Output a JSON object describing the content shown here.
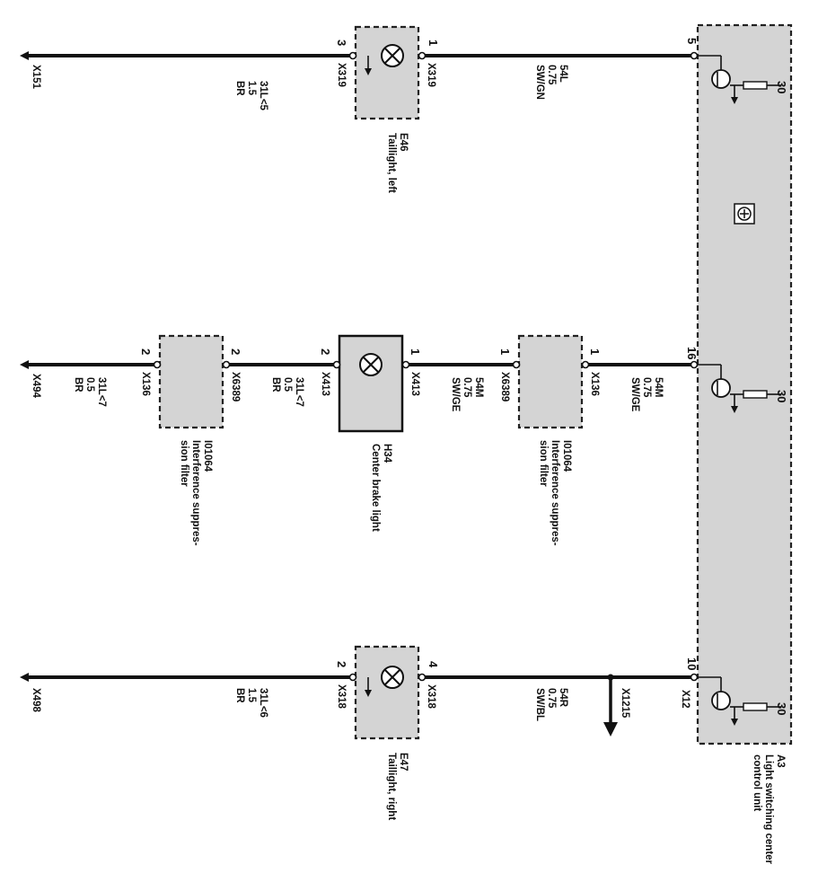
{
  "control_unit": {
    "ref": "A3",
    "name_line1": "Light switching center",
    "name_line2": "control unit",
    "pins": [
      "5",
      "16",
      "10"
    ],
    "terminal": "30",
    "connector": "X12",
    "icon": "light-switch-symbol-icon"
  },
  "tail_left": {
    "ref": "E46",
    "name": "Taillight, left",
    "pin_in": "1",
    "pin_out": "3",
    "connector": "X319",
    "wire_in": {
      "circuit": "54L",
      "size": "0.75",
      "color": "SW/GN"
    },
    "wire_out": {
      "circuit": "31L<5",
      "size": "1.5",
      "color": "BR"
    },
    "ground": "X151"
  },
  "center": {
    "filter1": {
      "ref": "I01064",
      "name_line1": "Interference suppres-",
      "name_line2": "sion filter",
      "pin_in": "1",
      "pin_out": "1",
      "conn_in": "X136",
      "conn_out": "X6389"
    },
    "wire1": {
      "circuit": "54M",
      "size": "0.75",
      "color": "SW/GE"
    },
    "wire2": {
      "circuit": "54M",
      "size": "0.75",
      "color": "SW/GE"
    },
    "light": {
      "ref": "H34",
      "name": "Center brake light",
      "pin_in": "1",
      "pin_out": "2",
      "connector": "X413"
    },
    "wire3": {
      "circuit": "31L<7",
      "size": "0.5",
      "color": "BR"
    },
    "filter2": {
      "ref": "I01064",
      "name_line1": "Interference suppres-",
      "name_line2": "sion filter",
      "pin_in": "2",
      "pin_out": "2",
      "conn_in": "X6389",
      "conn_out": "X136"
    },
    "wire4": {
      "circuit": "31L<7",
      "size": "0.5",
      "color": "BR"
    },
    "ground": "X494"
  },
  "tail_right": {
    "ref": "E47",
    "name": "Taillight, right",
    "pin_in": "4",
    "pin_out": "2",
    "connector": "X318",
    "wire_in": {
      "circuit": "54R",
      "size": "0.75",
      "color": "SW/BL"
    },
    "wire_out": {
      "circuit": "31L<6",
      "size": "1.5",
      "color": "BR"
    },
    "splice": "X1215",
    "ground": "X498"
  }
}
